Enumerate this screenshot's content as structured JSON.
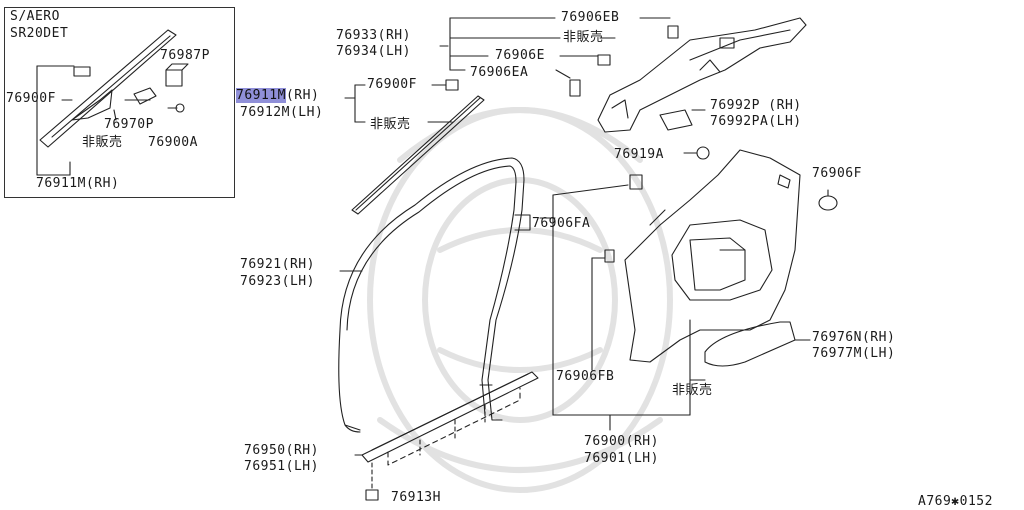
{
  "inset": {
    "title_line1": "S/AERO",
    "title_line2": "SR20DET",
    "labels": {
      "p76987P": "76987P",
      "p76900F": "76900F",
      "p76970P": "76970P",
      "not_for_sale": "非販売",
      "p76900A": "76900A",
      "p76911M_RH": "76911M(RH)"
    }
  },
  "labels": {
    "p76911M_code": "76911M",
    "p76911M_rh": "(RH)",
    "p76912M": "76912M(LH)",
    "p76900F": "76900F",
    "not_for_sale_a": "非販売",
    "p76933": "76933(RH)",
    "p76934": "76934(LH)",
    "p76906EB": "76906EB",
    "not_for_sale_b": "非販売",
    "p76906E": "76906E",
    "p76906EA": "76906EA",
    "p76992P": "76992P (RH)",
    "p76992PA": "76992PA(LH)",
    "p76919A": "76919A",
    "p76906F": "76906F",
    "p76906FA": "76906FA",
    "p76921": "76921(RH)",
    "p76923": "76923(LH)",
    "p76976N": "76976N(RH)",
    "p76977M": "76977M(LH)",
    "p76906FB": "76906FB",
    "not_for_sale_c": "非販売",
    "p76900_rh": "76900(RH)",
    "p76901_lh": "76901(LH)",
    "p76950": "76950(RH)",
    "p76951": "76951(LH)",
    "p76913H": "76913H"
  },
  "diagram_code": "A769✱0152",
  "colors": {
    "highlight": "#8f8fd8",
    "line": "#222222",
    "watermark": "#dcdcdc"
  }
}
